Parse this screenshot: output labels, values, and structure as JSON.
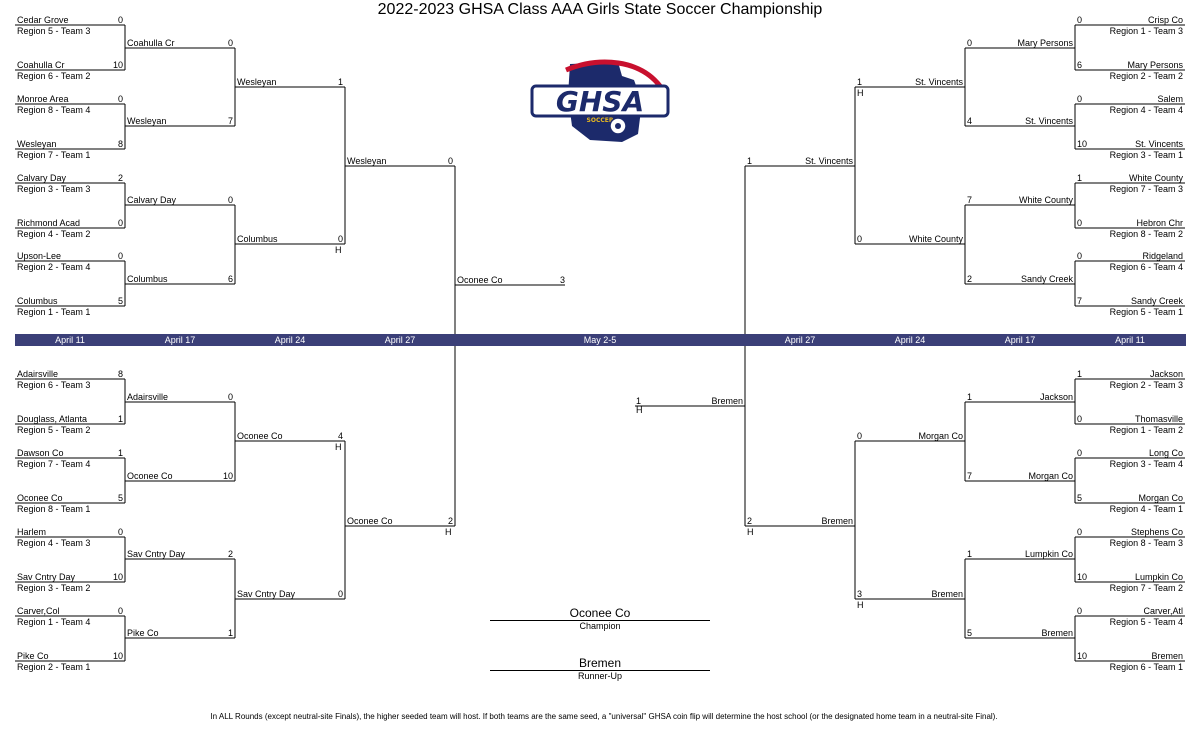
{
  "title": "2022-2023 GHSA Class AAA Girls State Soccer Championship",
  "logo": {
    "text": "GHSA",
    "subtext": "SOCCER",
    "icon": "ghsa-soccer-logo-icon"
  },
  "colors": {
    "date_bar": "#3b3f78",
    "logo_navy": "#1c2a6b",
    "logo_red": "#c8102e",
    "logo_gold": "#e8b820"
  },
  "dates": [
    "April 11",
    "April 17",
    "April 24",
    "April 27",
    "May 2-5",
    "April 27",
    "April 24",
    "April 17",
    "April 11"
  ],
  "left_r1": [
    {
      "team": "Cedar Grove",
      "seed": "Region 5 - Team 3",
      "score": "0"
    },
    {
      "team": "Coahulla Cr",
      "seed": "Region 6 - Team 2",
      "score": "10"
    },
    {
      "team": "Monroe Area",
      "seed": "Region 8 - Team 4",
      "score": "0"
    },
    {
      "team": "Wesleyan",
      "seed": "Region 7 - Team 1",
      "score": "8"
    },
    {
      "team": "Calvary Day",
      "seed": "Region 3 - Team 3",
      "score": "2"
    },
    {
      "team": "Richmond Acad",
      "seed": "Region 4 - Team 2",
      "score": "0"
    },
    {
      "team": "Upson-Lee",
      "seed": "Region 2 - Team 4",
      "score": "0"
    },
    {
      "team": "Columbus",
      "seed": "Region 1 - Team 1",
      "score": "5"
    },
    {
      "team": "Adairsville",
      "seed": "Region 6 - Team 3",
      "score": "8"
    },
    {
      "team": "Douglass, Atlanta",
      "seed": "Region 5 - Team 2",
      "score": "1"
    },
    {
      "team": "Dawson Co",
      "seed": "Region 7 - Team 4",
      "score": "1"
    },
    {
      "team": "Oconee Co",
      "seed": "Region 8 - Team 1",
      "score": "5"
    },
    {
      "team": "Harlem",
      "seed": "Region 4 - Team 3",
      "score": "0"
    },
    {
      "team": "Sav Cntry Day",
      "seed": "Region 3 - Team 2",
      "score": "10"
    },
    {
      "team": "Carver,Col",
      "seed": "Region 1 - Team 4",
      "score": "0"
    },
    {
      "team": "Pike Co",
      "seed": "Region 2 - Team 1",
      "score": "10"
    }
  ],
  "left_r2": [
    {
      "team": "Coahulla Cr",
      "score": "0",
      "host": ""
    },
    {
      "team": "Wesleyan",
      "score": "7",
      "host": ""
    },
    {
      "team": "Calvary Day",
      "score": "0",
      "host": ""
    },
    {
      "team": "Columbus",
      "score": "6",
      "host": ""
    },
    {
      "team": "Adairsville",
      "score": "0",
      "host": ""
    },
    {
      "team": "Oconee Co",
      "score": "10",
      "host": ""
    },
    {
      "team": "Sav Cntry Day",
      "score": "2",
      "host": ""
    },
    {
      "team": "Pike Co",
      "score": "1",
      "host": ""
    }
  ],
  "left_r3": [
    {
      "team": "Wesleyan",
      "score": "1",
      "host": ""
    },
    {
      "team": "Columbus",
      "score": "0",
      "host": "H"
    },
    {
      "team": "Oconee Co",
      "score": "4",
      "host": "H"
    },
    {
      "team": "Sav Cntry Day",
      "score": "0",
      "host": ""
    }
  ],
  "left_r4": [
    {
      "team": "Wesleyan",
      "score": "0",
      "host": ""
    },
    {
      "team": "Oconee Co",
      "score": "2",
      "host": "H"
    }
  ],
  "left_final": {
    "team": "Oconee Co",
    "score": "3"
  },
  "right_r1": [
    {
      "team": "Crisp Co",
      "seed": "Region 1 - Team 3",
      "score": "0"
    },
    {
      "team": "Mary Persons",
      "seed": "Region 2 - Team 2",
      "score": "6"
    },
    {
      "team": "Salem",
      "seed": "Region 4 - Team 4",
      "score": "0"
    },
    {
      "team": "St. Vincents",
      "seed": "Region 3 - Team 1",
      "score": "10"
    },
    {
      "team": "White County",
      "seed": "Region 7 - Team 3",
      "score": "1"
    },
    {
      "team": "Hebron Chr",
      "seed": "Region 8 - Team 2",
      "score": "0"
    },
    {
      "team": "Ridgeland",
      "seed": "Region 6 - Team 4",
      "score": "0"
    },
    {
      "team": "Sandy Creek",
      "seed": "Region 5 - Team 1",
      "score": "7"
    },
    {
      "team": "Jackson",
      "seed": "Region 2 - Team 3",
      "score": "1"
    },
    {
      "team": "Thomasville",
      "seed": "Region 1 - Team 2",
      "score": "0"
    },
    {
      "team": "Long Co",
      "seed": "Region 3 - Team 4",
      "score": "0"
    },
    {
      "team": "Morgan Co",
      "seed": "Region 4 - Team 1",
      "score": "5"
    },
    {
      "team": "Stephens Co",
      "seed": "Region 8 - Team 3",
      "score": "0"
    },
    {
      "team": "Lumpkin Co",
      "seed": "Region 7 - Team 2",
      "score": "10"
    },
    {
      "team": "Carver,Atl",
      "seed": "Region 5 - Team 4",
      "score": "0"
    },
    {
      "team": "Bremen",
      "seed": "Region 6 - Team 1",
      "score": "10"
    }
  ],
  "right_r2": [
    {
      "team": "Mary Persons",
      "score": "0",
      "host": ""
    },
    {
      "team": "St. Vincents",
      "score": "4",
      "host": ""
    },
    {
      "team": "White County",
      "score": "7",
      "host": ""
    },
    {
      "team": "Sandy Creek",
      "score": "2",
      "host": ""
    },
    {
      "team": "Jackson",
      "score": "1",
      "host": ""
    },
    {
      "team": "Morgan Co",
      "score": "7",
      "host": ""
    },
    {
      "team": "Lumpkin Co",
      "score": "1",
      "host": ""
    },
    {
      "team": "Bremen",
      "score": "5",
      "host": ""
    }
  ],
  "right_r3": [
    {
      "team": "St. Vincents",
      "score": "1",
      "host": "H"
    },
    {
      "team": "White County",
      "score": "0",
      "host": ""
    },
    {
      "team": "Morgan Co",
      "score": "0",
      "host": ""
    },
    {
      "team": "Bremen",
      "score": "3",
      "host": "H"
    }
  ],
  "right_r4": [
    {
      "team": "St. Vincents",
      "score": "1",
      "host": ""
    },
    {
      "team": "Bremen",
      "score": "2",
      "host": "H"
    }
  ],
  "right_final": {
    "team": "Bremen",
    "score": "1",
    "host": "H"
  },
  "champion": {
    "team": "Oconee Co",
    "label": "Champion"
  },
  "runner_up": {
    "team": "Bremen",
    "label": "Runner-Up"
  },
  "footnote": "In ALL Rounds (except neutral-site Finals), the higher seeded team will host. If both teams are the same seed, a \"universal\" GHSA coin flip will determine the host school (or the designated home team in a neutral-site Final)."
}
